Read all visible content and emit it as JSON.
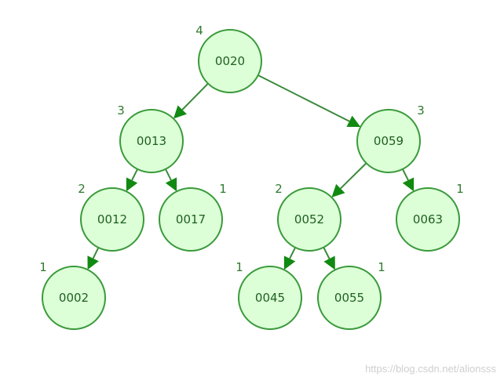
{
  "nodes": [
    {
      "id": "n0020",
      "label": "0020",
      "height": "4"
    },
    {
      "id": "n0013",
      "label": "0013",
      "height": "3"
    },
    {
      "id": "n0059",
      "label": "0059",
      "height": "3"
    },
    {
      "id": "n0012",
      "label": "0012",
      "height": "2"
    },
    {
      "id": "n0017",
      "label": "0017",
      "height": "1"
    },
    {
      "id": "n0052",
      "label": "0052",
      "height": "2"
    },
    {
      "id": "n0063",
      "label": "0063",
      "height": "1"
    },
    {
      "id": "n0002",
      "label": "0002",
      "height": "1"
    },
    {
      "id": "n0045",
      "label": "0045",
      "height": "1"
    },
    {
      "id": "n0055",
      "label": "0055",
      "height": "1"
    }
  ],
  "edges": [
    {
      "from": "n0020",
      "to": "n0013"
    },
    {
      "from": "n0020",
      "to": "n0059"
    },
    {
      "from": "n0013",
      "to": "n0012"
    },
    {
      "from": "n0013",
      "to": "n0017"
    },
    {
      "from": "n0059",
      "to": "n0052"
    },
    {
      "from": "n0059",
      "to": "n0063"
    },
    {
      "from": "n0012",
      "to": "n0002"
    },
    {
      "from": "n0052",
      "to": "n0045"
    },
    {
      "from": "n0052",
      "to": "n0055"
    }
  ],
  "watermark": "https://blog.csdn.net/alionsss",
  "colors": {
    "node_fill": "#dcffd8",
    "node_stroke": "#3a9a3a",
    "edge": "#3a8a3a",
    "arrow": "#118a11",
    "text": "#1f5f1f"
  }
}
